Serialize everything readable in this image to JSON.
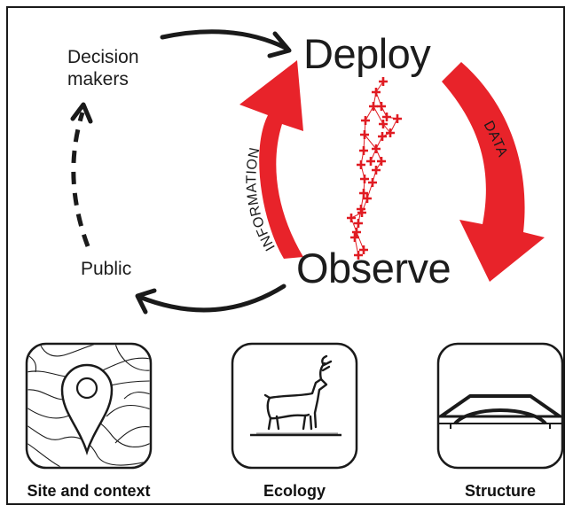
{
  "cycle": {
    "deploy": "Deploy",
    "observe": "Observe",
    "decision_makers": [
      "Decision",
      "makers"
    ],
    "public": "Public",
    "information": "INFORMATION",
    "data": "DATA"
  },
  "colors": {
    "arrow_red": "#e8232a",
    "ink": "#1a1a1a",
    "marker_red": "#e01b22"
  },
  "icons": [
    {
      "name": "map-pin-icon",
      "caption": "Site and context"
    },
    {
      "name": "deer-icon",
      "caption": "Ecology"
    },
    {
      "name": "bridge-arch-icon",
      "caption": "Structure"
    }
  ]
}
